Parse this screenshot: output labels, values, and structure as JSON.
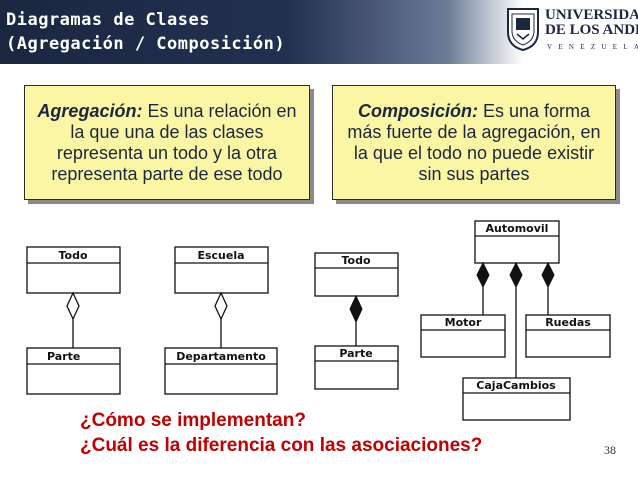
{
  "header": {
    "title_line1": "Diagramas de Clases",
    "title_line2": "(Agregación / Composición)",
    "logo": {
      "line1": "UNIVERSIDAD",
      "line2": "DE LOS ANDES",
      "country": "VENEZUELA"
    }
  },
  "definitions": {
    "aggregation": {
      "term": "Agregación:",
      "text": " Es una relación en la que una de las clases representa un todo y la otra representa parte de ese todo"
    },
    "composition": {
      "term": "Composición:",
      "text": " Es una forma más fuerte de la agregación, en la que el todo no puede existir sin sus partes"
    }
  },
  "diagram": {
    "aggregation_example1": {
      "whole": "Todo",
      "part": "Parte"
    },
    "aggregation_example2": {
      "whole": "Escuela",
      "part": "Departamento"
    },
    "composition_example1": {
      "whole": "Todo",
      "part": "Parte"
    },
    "composition_example2": {
      "whole": "Automovil",
      "parts": [
        "Motor",
        "Ruedas",
        "CajaCambios"
      ]
    }
  },
  "questions": {
    "q1": "¿Cómo se implementan?",
    "q2": "¿Cuál es la diferencia con las asociaciones?"
  },
  "page_number": "38",
  "colors": {
    "header_bg": "#1b2741",
    "definition_bg": "#fbf6a4",
    "question_text": "#c00000"
  }
}
